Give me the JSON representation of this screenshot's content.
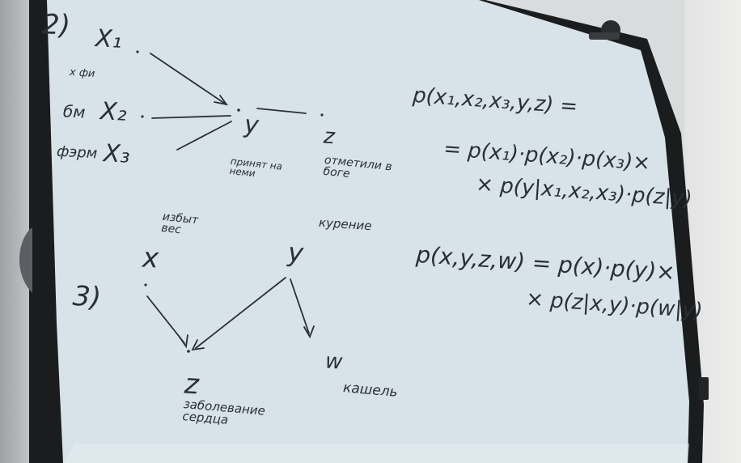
{
  "section_2": {
    "number": "2)",
    "nodes": {
      "x1": "X₁",
      "x1_label": "х фи",
      "x2": "X₂",
      "x2_label": "бм",
      "x3": "X₃",
      "x3_label": "фэрм",
      "y": "y",
      "y_label": "принят на неми",
      "z": "z",
      "z_label": "отметили в боге"
    },
    "formula_line1": "p(x₁,x₂,x₃,y,z) =",
    "formula_line2": "= p(x₁)·p(x₂)·p(x₃)×",
    "formula_line3": "× p(y|x₁,x₂,x₃)·p(z|y)"
  },
  "section_3": {
    "number": "3)",
    "nodes": {
      "x": "x",
      "x_label": "избыт вес",
      "y": "y",
      "y_label": "курение",
      "z": "z",
      "z_label": "заболевание сердца",
      "w": "w",
      "w_label": "кашель"
    },
    "formula_line1": "p(x,y,z,w) = p(x)·p(y)×",
    "formula_line2": "× p(z|x,y)·p(w|y)"
  },
  "colors": {
    "board": "#d7e3e8",
    "frame": "#1b1c1e",
    "ink": "#2a2f36"
  }
}
